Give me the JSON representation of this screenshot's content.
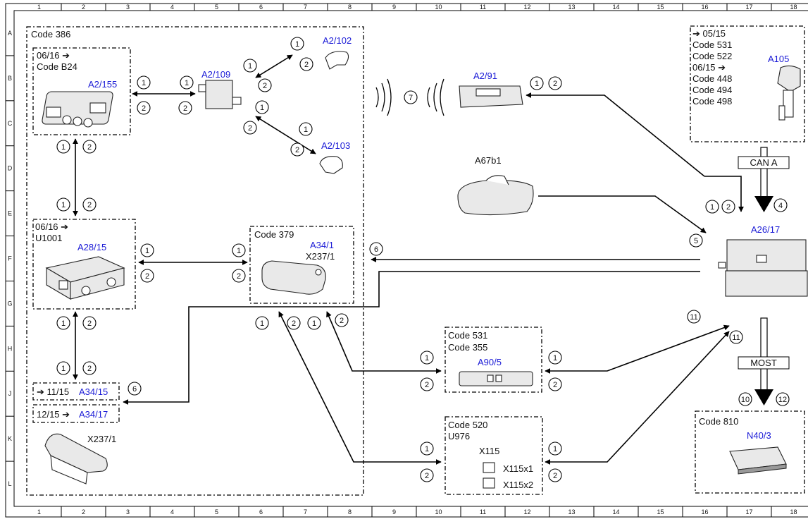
{
  "grid": {
    "columns": [
      "1",
      "2",
      "3",
      "4",
      "5",
      "6",
      "7",
      "8",
      "9",
      "10",
      "11",
      "12",
      "13",
      "14",
      "15",
      "16",
      "17",
      "18"
    ],
    "rows": [
      "A",
      "B",
      "C",
      "D",
      "E",
      "F",
      "G",
      "H",
      "J",
      "K",
      "L"
    ]
  },
  "groups": {
    "code386": "Code 386",
    "a2_155_date": "06/16 ➔",
    "a2_155_code": "Code B24",
    "a28_15_date": "06/16 ➔",
    "a28_15_code": "U1001",
    "a34_1_code": "Code 379",
    "a34_15_date": "➔ 11/15",
    "a34_17_date": "12/15 ➔",
    "a90_5_code1": "Code 531",
    "a90_5_code2": "Code 355",
    "x115_code1": "Code 520",
    "x115_code2": "U976",
    "a105_lines": [
      "➔ 05/15",
      "Code 531",
      "Code 522",
      "06/15 ➔",
      "Code 448",
      "Code 494",
      "Code 498"
    ],
    "n40_3_code": "Code 810"
  },
  "components": {
    "a2_155": "A2/155",
    "a2_109": "A2/109",
    "a2_102": "A2/102",
    "a2_103": "A2/103",
    "a2_91": "A2/91",
    "a105": "A105",
    "a67b1": "A67b1",
    "a26_17": "A26/17",
    "a28_15": "A28/15",
    "a34_1": "A34/1",
    "x237_1_a": "X237/1",
    "a34_15": "A34/15",
    "a34_17": "A34/17",
    "x237_1_b": "X237/1",
    "a90_5": "A90/5",
    "x115": "X115",
    "x115x1": "X115x1",
    "x115x2": "X115x2",
    "n40_3": "N40/3"
  },
  "buses": {
    "can_a": "CAN A",
    "most": "MOST"
  },
  "connection_numbers": [
    "1",
    "2",
    "4",
    "5",
    "6",
    "7",
    "10",
    "11",
    "12"
  ]
}
